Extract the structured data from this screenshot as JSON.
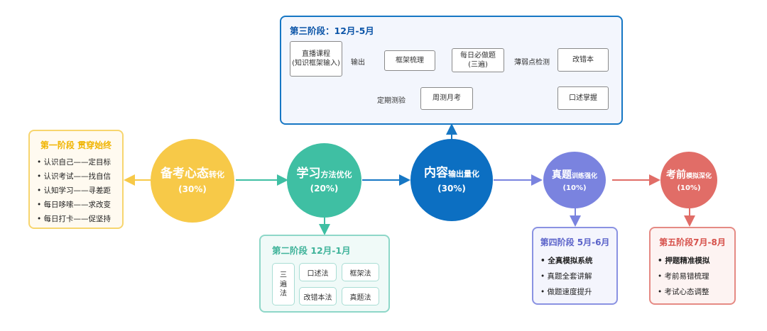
{
  "colors": {
    "yellow": "#f7c948",
    "teal": "#3fbfa3",
    "blue": "#0c6fc2",
    "purple": "#7a83df",
    "red": "#e16d67",
    "stage3_border": "#1677c4",
    "stage3_fill": "#f3f6fd"
  },
  "center_circles": [
    {
      "main_big": "备考心态",
      "main_small": "转化",
      "pct": "(30%)"
    },
    {
      "main_big": "学习",
      "main_small": "方法优化",
      "pct": "(20%)"
    },
    {
      "main_big": "内容",
      "main_small": "输出量化",
      "pct": "(30%)"
    },
    {
      "main_big": "真题",
      "main_small": "训练强化",
      "pct": "(10%)"
    },
    {
      "main_big": "考前",
      "main_small": "模拟深化",
      "pct": "(10%)"
    }
  ],
  "stage1": {
    "title": "第一阶段 贯穿始终",
    "items": [
      "认识自己——定目标",
      "认识考试——找自信",
      "认知学习——寻差距",
      "每日哆嗦——求改变",
      "每日打卡——促坚持"
    ]
  },
  "stage2": {
    "title": "第二阶段 12月-1月",
    "vertical": "三遍法",
    "methods": [
      "口述法",
      "框架法",
      "改错本法",
      "真题法"
    ]
  },
  "stage3": {
    "title": "第三阶段：12月-5月",
    "nodes": {
      "live": "直播课程\n(知识框架输入)",
      "framework": "框架梳理",
      "daily": "每日必做题\n(三遍)",
      "errorbook": "改错本",
      "oral": "口述掌握",
      "weekly": "周测月考"
    },
    "edges": {
      "output": "输出",
      "weak": "薄弱点检测",
      "periodic": "定期测验"
    }
  },
  "stage4": {
    "title": "第四阶段  5月-6月",
    "items": [
      "全真模拟系统",
      "真题全套讲解",
      "做题速度提升"
    ]
  },
  "stage5": {
    "title": "第五阶段7月-8月",
    "items": [
      "押题精准模拟",
      "考前易错梳理",
      "考试心态调整"
    ]
  }
}
